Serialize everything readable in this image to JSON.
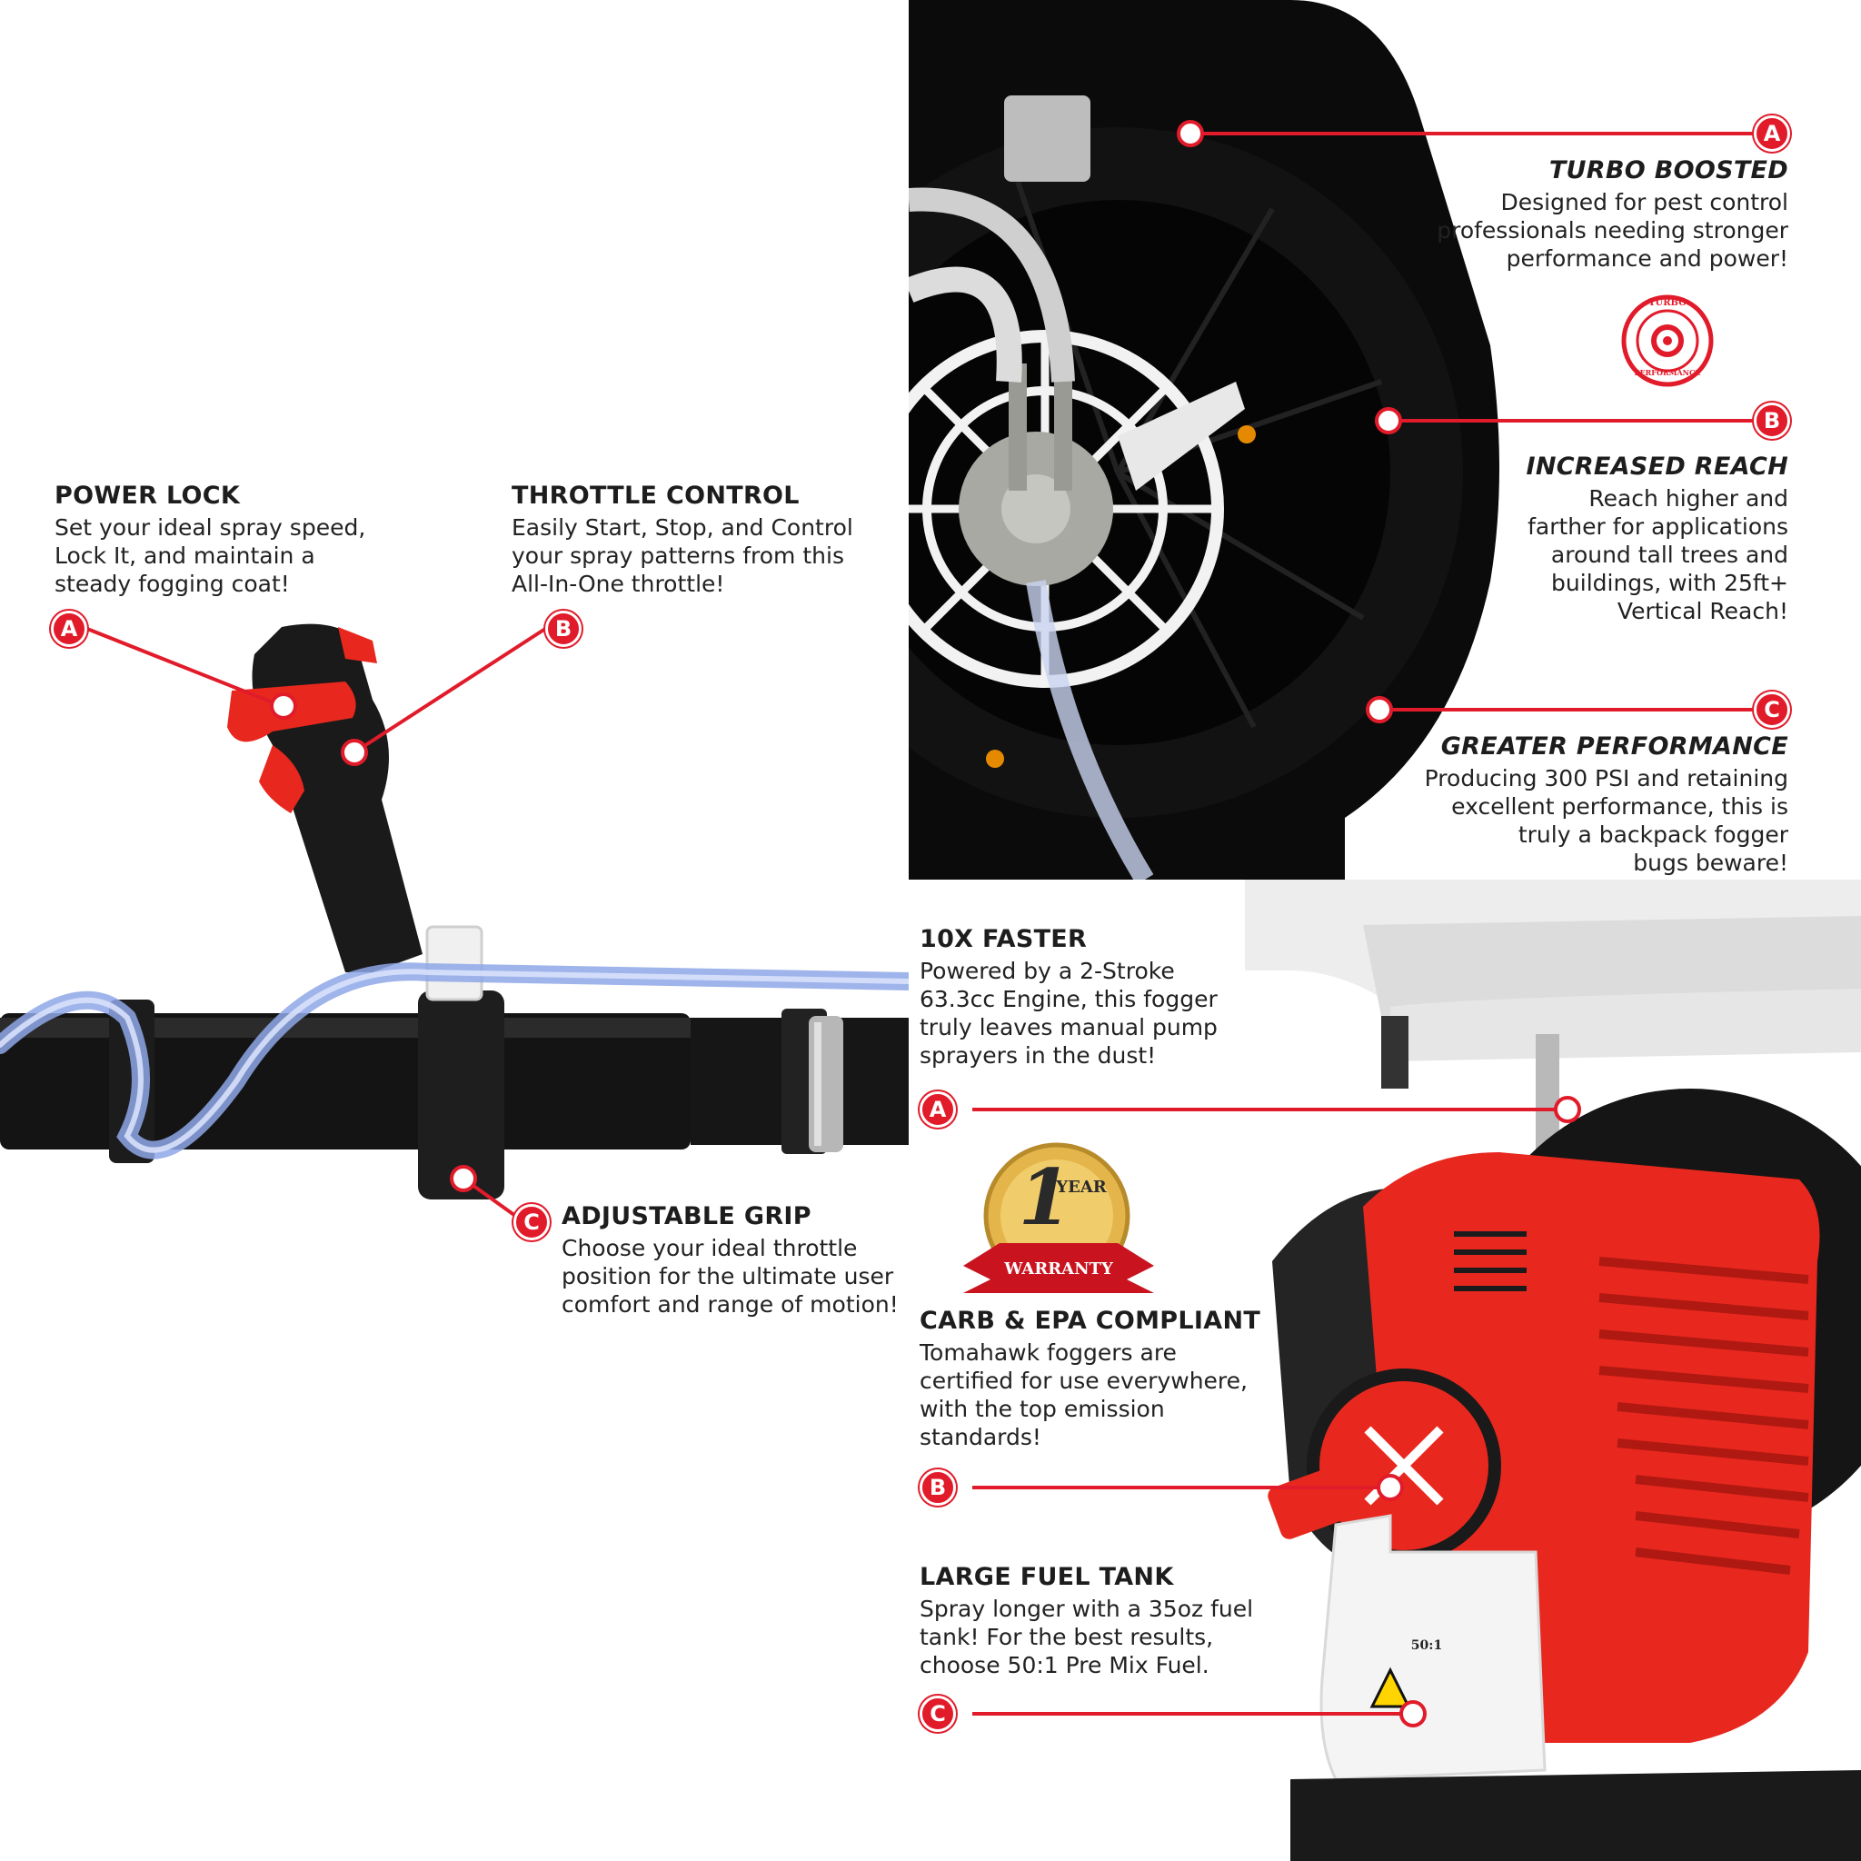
{
  "left_panel": {
    "power_lock": {
      "marker": "A",
      "title": "POWER LOCK",
      "desc": "Set your ideal spray speed,\nLock It, and maintain a\nsteady fogging coat!"
    },
    "throttle_control": {
      "marker": "B",
      "title": "THROTTLE CONTROL",
      "desc": "Easily Start, Stop, and Control\nyour spray patterns from this\nAll-In-One throttle!"
    },
    "adjustable_grip": {
      "marker": "C",
      "title": "ADJUSTABLE GRIP",
      "desc": "Choose your ideal throttle\nposition for the ultimate user\ncomfort and range of motion!"
    }
  },
  "top_right_panel": {
    "turbo_boosted": {
      "marker": "A",
      "title": "TURBO BOOSTED",
      "desc": "Designed for pest control\nprofessionals needing stronger\nperformance and power!"
    },
    "turbo_badge": {
      "top": "TURBO",
      "bottom": "PERFORMANCE"
    },
    "increased_reach": {
      "marker": "B",
      "title": "INCREASED REACH",
      "desc": "Reach higher and\nfarther for applications\naround tall trees and\nbuildings, with 25ft+\nVertical Reach!"
    },
    "greater_performance": {
      "marker": "C",
      "title": "GREATER PERFORMANCE",
      "desc": "Producing 300 PSI and retaining\nexcellent performance, this is\ntruly a backpack fogger\nbugs beware!"
    }
  },
  "bottom_right_panel": {
    "faster": {
      "marker": "A",
      "title": "10X FASTER",
      "desc": "Powered by a 2-Stroke\n63.3cc Engine, this fogger\ntruly leaves manual pump\nsprayers in the dust!"
    },
    "warranty_badge": {
      "number": "1",
      "year": "YEAR",
      "ribbon": "WARRANTY"
    },
    "carb_epa": {
      "marker": "B",
      "title": "CARB & EPA COMPLIANT",
      "desc": "Tomahawk foggers are\ncertified for use everywhere,\nwith the top emission\nstandards!"
    },
    "fuel_tank": {
      "marker": "C",
      "title": "LARGE FUEL TANK",
      "desc": "Spray longer with a 35oz fuel\ntank! For the best results,\nchoose 50:1 Pre Mix Fuel.",
      "tank_label": "50:1"
    }
  },
  "colors": {
    "accent_red": "#e11b2a",
    "engine_red": "#e8281e",
    "black": "#111111",
    "hose_blue": "#8ea7e8"
  }
}
